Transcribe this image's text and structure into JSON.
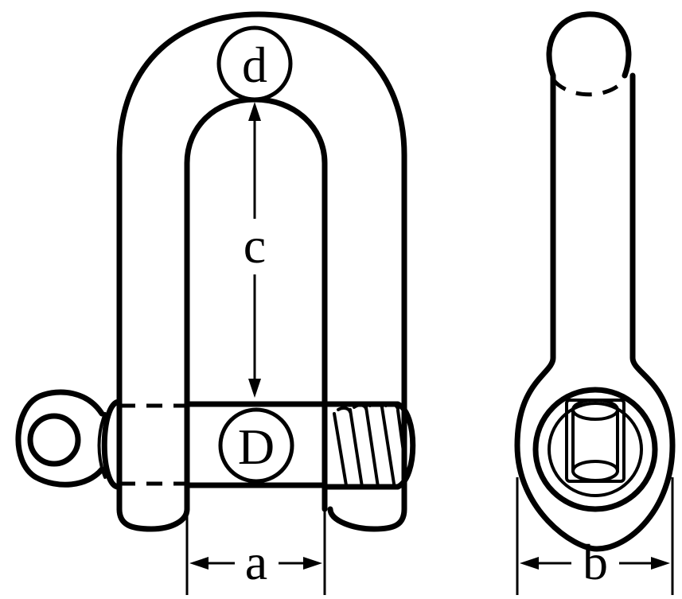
{
  "labels": {
    "d": "d",
    "c": "c",
    "D": "D",
    "a": "a",
    "b": "b"
  }
}
